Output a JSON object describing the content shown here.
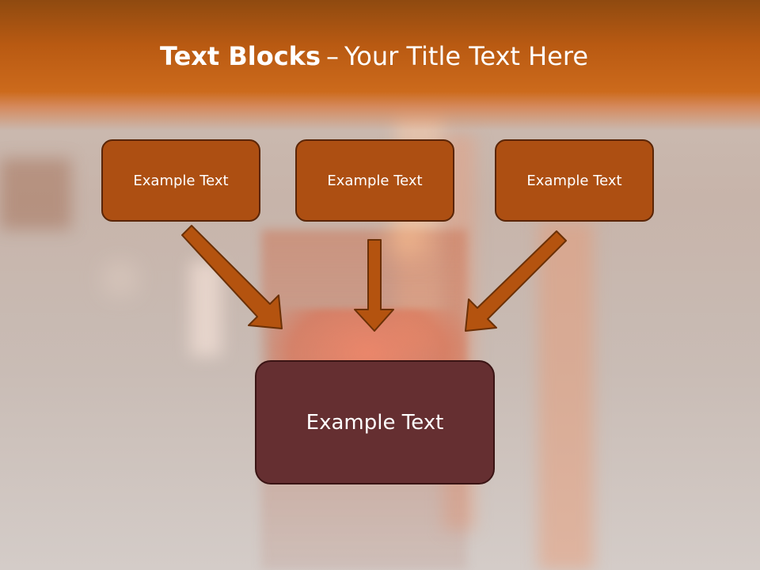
{
  "slide": {
    "title_bold": "Text Blocks",
    "title_separator": "–",
    "title_rest": "Your Title Text Here"
  },
  "diagram": {
    "top_boxes": [
      {
        "label": "Example Text"
      },
      {
        "label": "Example Text"
      },
      {
        "label": "Example Text"
      }
    ],
    "bottom_box": {
      "label": "Example Text"
    }
  },
  "colors": {
    "header_band": "#c0601a",
    "top_box_fill": "#ad4f12",
    "top_box_border": "#5a2506",
    "bottom_box_fill": "#652f31",
    "arrow_fill": "#b4530f",
    "arrow_outline": "#6b3006"
  }
}
